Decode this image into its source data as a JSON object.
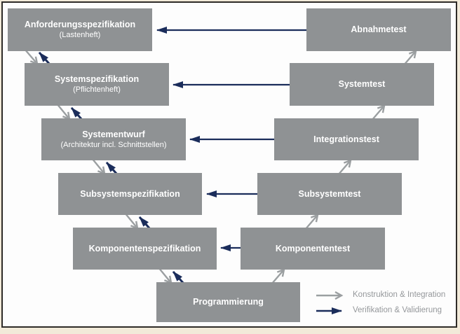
{
  "boxes": {
    "left": [
      {
        "title": "Anforderungsspezifikation",
        "subtitle": "(Lastenheft)"
      },
      {
        "title": "Systemspezifikation",
        "subtitle": "(Pflichtenheft)"
      },
      {
        "title": "Systementwurf",
        "subtitle": "(Architektur incl. Schnittstellen)"
      },
      {
        "title": "Subsystemspezifikation"
      },
      {
        "title": "Komponentenspezifikation"
      }
    ],
    "right": [
      {
        "title": "Abnahmetest"
      },
      {
        "title": "Systemtest"
      },
      {
        "title": "Integrationstest"
      },
      {
        "title": "Subsystemtest"
      },
      {
        "title": "Komponententest"
      }
    ],
    "bottom": {
      "title": "Programmierung"
    }
  },
  "legend": {
    "items": [
      {
        "label": "Konstruktion & Integration",
        "icon": "gray-right-arrow"
      },
      {
        "label": "Verifikation & Validierung",
        "icon": "navy-right-arrow"
      }
    ]
  },
  "colors": {
    "box": "#8f9294",
    "box_text": "#ffffff",
    "construction_arrow": "#9b9fa1",
    "verification_arrow": "#1b2d5b",
    "legend_text": "#95989b",
    "frame_border": "#2e2b28",
    "background": "#fdfdfd",
    "page_margin": "#f2ead9"
  }
}
